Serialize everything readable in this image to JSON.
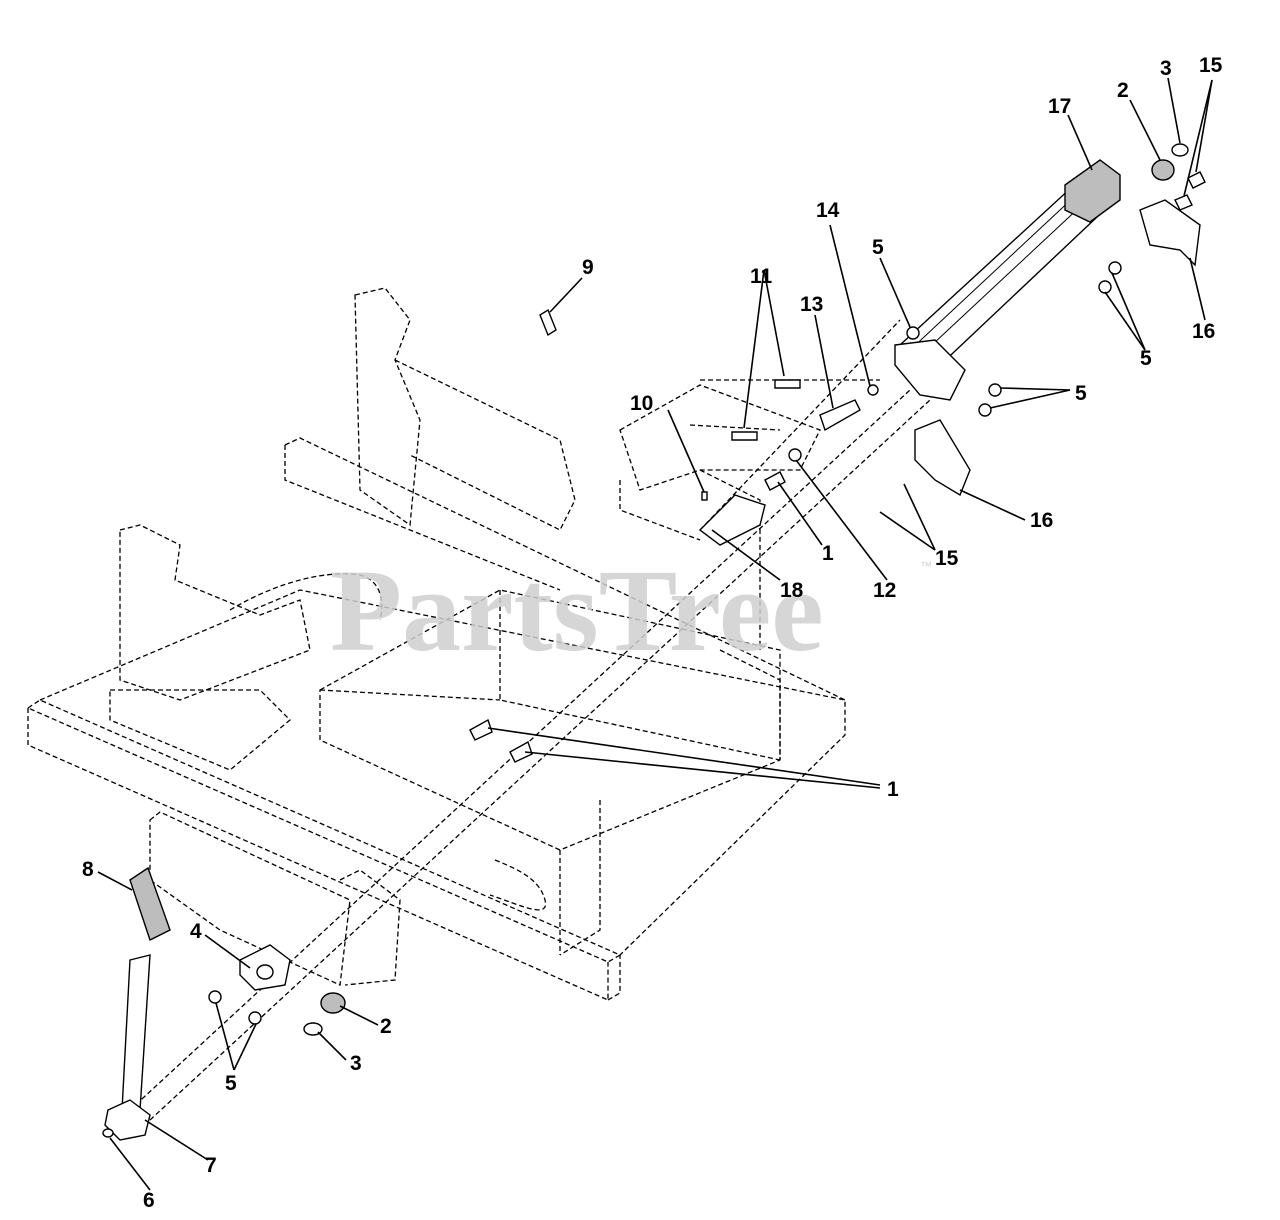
{
  "watermark": {
    "text": "PartsTree",
    "mark": "™"
  },
  "callouts": [
    {
      "id": "c1a",
      "label": "1"
    },
    {
      "id": "c1b",
      "label": "1"
    },
    {
      "id": "c2a",
      "label": "2"
    },
    {
      "id": "c2b",
      "label": "2"
    },
    {
      "id": "c3a",
      "label": "3"
    },
    {
      "id": "c3b",
      "label": "3"
    },
    {
      "id": "c4",
      "label": "4"
    },
    {
      "id": "c5a",
      "label": "5"
    },
    {
      "id": "c5b",
      "label": "5"
    },
    {
      "id": "c5c",
      "label": "5"
    },
    {
      "id": "c5d",
      "label": "5"
    },
    {
      "id": "c6",
      "label": "6"
    },
    {
      "id": "c7",
      "label": "7"
    },
    {
      "id": "c8",
      "label": "8"
    },
    {
      "id": "c9",
      "label": "9"
    },
    {
      "id": "c10",
      "label": "10"
    },
    {
      "id": "c11",
      "label": "11"
    },
    {
      "id": "c12",
      "label": "12"
    },
    {
      "id": "c13",
      "label": "13"
    },
    {
      "id": "c14",
      "label": "14"
    },
    {
      "id": "c15a",
      "label": "15"
    },
    {
      "id": "c15b",
      "label": "15"
    },
    {
      "id": "c16a",
      "label": "16"
    },
    {
      "id": "c16b",
      "label": "16"
    },
    {
      "id": "c17",
      "label": "17"
    },
    {
      "id": "c18",
      "label": "18"
    }
  ]
}
